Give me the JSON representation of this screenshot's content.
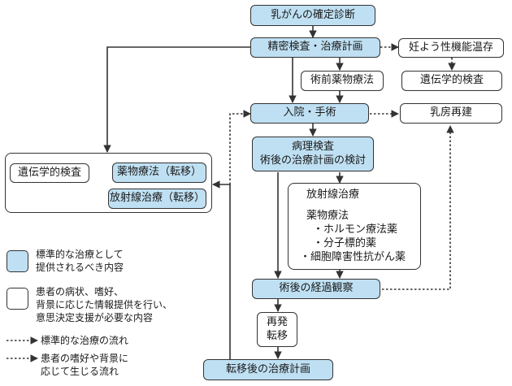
{
  "nodes": {
    "diagnosis": "乳がんの確定診断",
    "workup": "精密検査・治療計画",
    "fertility": "妊よう性機能温存",
    "genetic_test_right": "遺伝学的検査",
    "neoadjuvant": "術前薬物療法",
    "surgery": "入院・手術",
    "reconstruction": "乳房再建",
    "pathology": [
      "病理検査",
      "術後の治療計画の検討"
    ],
    "adjuvant": {
      "radiation": "放射線治療",
      "drug_therapy": "薬物療法",
      "items": [
        "・ホルモン療法薬",
        "・分子標的薬",
        "・細胞障害性抗がん薬"
      ]
    },
    "followup": "術後の経過観察",
    "recurrence": [
      "再発",
      "転移"
    ],
    "metastatic_plan": "転移後の治療計画",
    "metastatic_group": {
      "genetic_test": "遺伝学的検査",
      "drug": "薬物療法（転移）",
      "radiation": "放射線治療（転移）"
    }
  },
  "legend": {
    "blue_box": [
      "標準的な治療として",
      "提供されるべき内容"
    ],
    "white_box": [
      "患者の病状、嗜好、",
      "背景に応じた情報提供を行い、",
      "意思決定支援が必要な内容"
    ],
    "solid_arrow": "標準的な治療の流れ",
    "dotted_arrow": [
      "患者の嗜好や背景に",
      "応じて生じる流れ"
    ]
  },
  "colors": {
    "blue_fill": "#bfe0f3",
    "line": "#333333"
  }
}
